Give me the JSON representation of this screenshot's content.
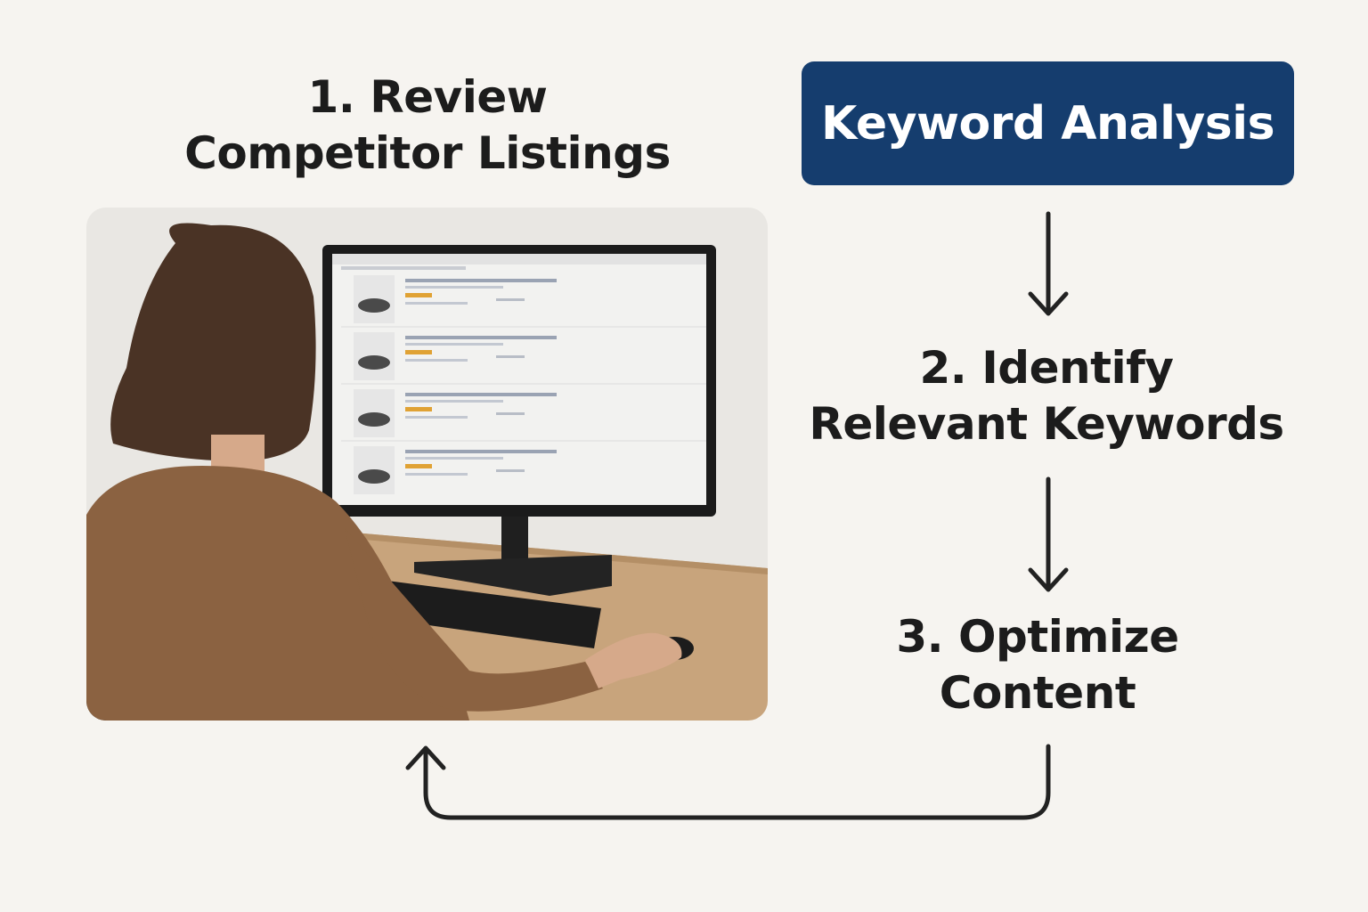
{
  "steps": [
    {
      "line1": "1. Review",
      "line2": "Competitor Listings"
    },
    {
      "line1": "2. Identify",
      "line2": "Relevant Keywords"
    },
    {
      "line1": "3. Optimize",
      "line2": "Content"
    }
  ],
  "header": {
    "label": "Keyword Analysis"
  },
  "colors": {
    "background": "#f6f4f0",
    "header_fill": "#153d6e",
    "header_text": "#ffffff",
    "text": "#1c1c1c",
    "arrow": "#222222"
  },
  "photo": {
    "subject": "person-at-computer",
    "screen_listing_count": 4
  }
}
